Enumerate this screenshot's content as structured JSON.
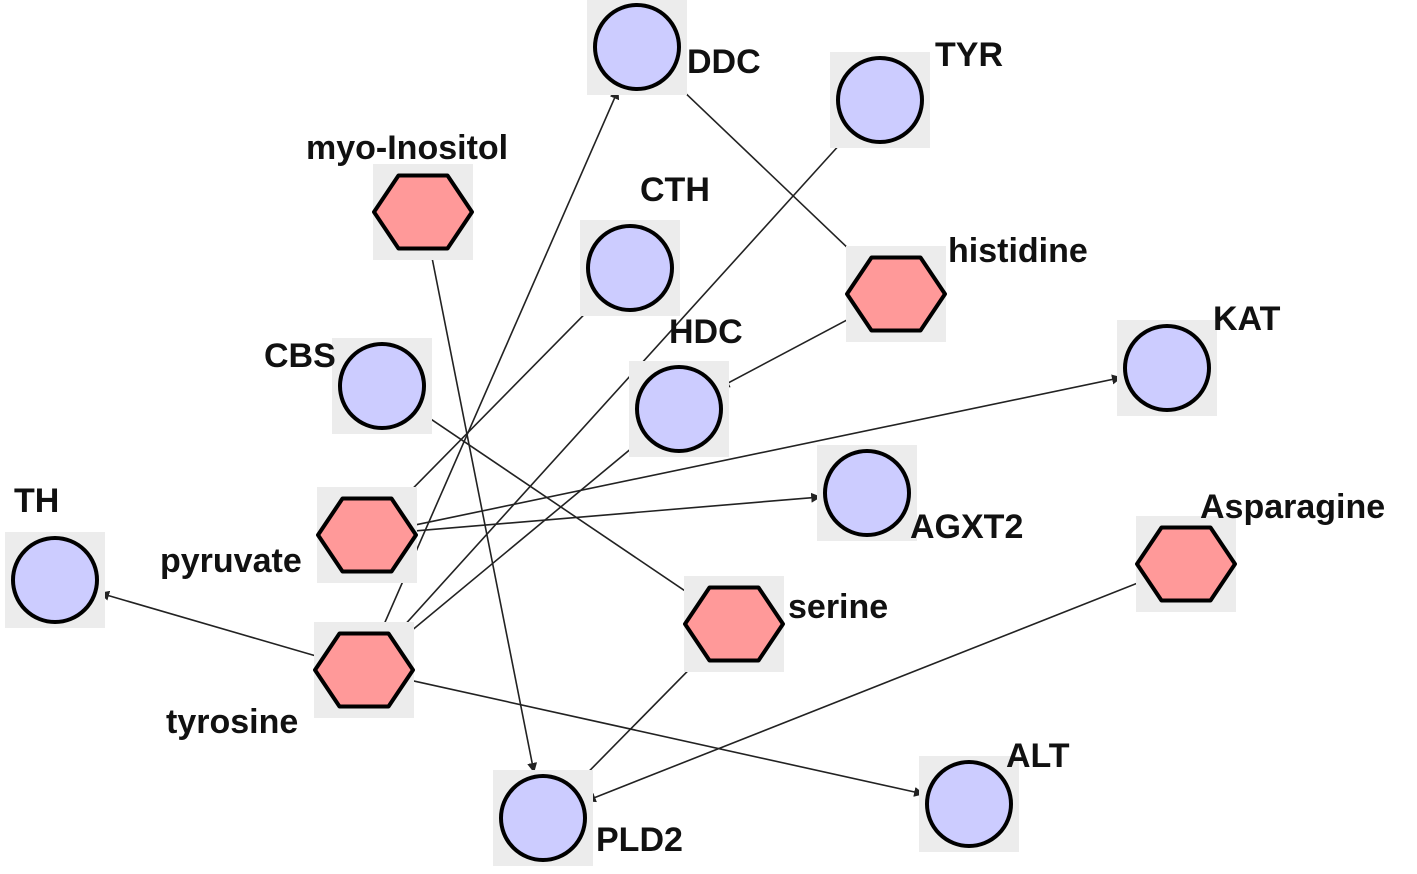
{
  "colors": {
    "enzyme_fill": "#ccccff",
    "metabolite_fill": "#ff9999",
    "tile": "#ececec",
    "stroke": "#000000",
    "edge": "#222222",
    "background": "#ffffff"
  },
  "nodes": [
    {
      "id": "DDC",
      "label": "DDC",
      "kind": "enzyme"
    },
    {
      "id": "TYR",
      "label": "TYR",
      "kind": "enzyme"
    },
    {
      "id": "CTH",
      "label": "CTH",
      "kind": "enzyme"
    },
    {
      "id": "CBS",
      "label": "CBS",
      "kind": "enzyme"
    },
    {
      "id": "HDC",
      "label": "HDC",
      "kind": "enzyme"
    },
    {
      "id": "KAT",
      "label": "KAT",
      "kind": "enzyme"
    },
    {
      "id": "AGXT2",
      "label": "AGXT2",
      "kind": "enzyme"
    },
    {
      "id": "TH",
      "label": "TH",
      "kind": "enzyme"
    },
    {
      "id": "ALT",
      "label": "ALT",
      "kind": "enzyme"
    },
    {
      "id": "PLD2",
      "label": "PLD2",
      "kind": "enzyme"
    },
    {
      "id": "myo-Inositol",
      "label": "myo-Inositol",
      "kind": "metabolite"
    },
    {
      "id": "histidine",
      "label": "histidine",
      "kind": "metabolite"
    },
    {
      "id": "pyruvate",
      "label": "pyruvate",
      "kind": "metabolite"
    },
    {
      "id": "tyrosine",
      "label": "tyrosine",
      "kind": "metabolite"
    },
    {
      "id": "serine",
      "label": "serine",
      "kind": "metabolite"
    },
    {
      "id": "Asparagine",
      "label": "Asparagine",
      "kind": "metabolite"
    }
  ],
  "edges": [
    {
      "from": "histidine",
      "to": "DDC"
    },
    {
      "from": "histidine",
      "to": "HDC"
    },
    {
      "from": "myo-Inositol",
      "to": "PLD2"
    },
    {
      "from": "pyruvate",
      "to": "CTH"
    },
    {
      "from": "pyruvate",
      "to": "KAT"
    },
    {
      "from": "pyruvate",
      "to": "AGXT2"
    },
    {
      "from": "tyrosine",
      "to": "DDC"
    },
    {
      "from": "tyrosine",
      "to": "TYR"
    },
    {
      "from": "tyrosine",
      "to": "HDC"
    },
    {
      "from": "tyrosine",
      "to": "TH"
    },
    {
      "from": "tyrosine",
      "to": "ALT"
    },
    {
      "from": "serine",
      "to": "CBS"
    },
    {
      "from": "serine",
      "to": "PLD2"
    },
    {
      "from": "Asparagine",
      "to": "PLD2"
    }
  ]
}
